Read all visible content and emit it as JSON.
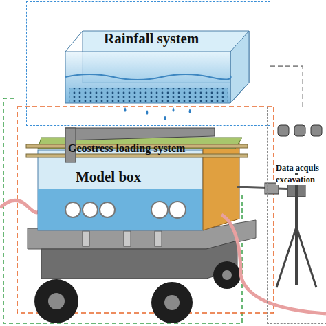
{
  "diagram": {
    "nodes": [
      {
        "text": [
          "Rainfall system"
        ]
      },
      {
        "text": [
          "Geostress loading system"
        ]
      },
      {
        "text": [
          "Model box"
        ]
      },
      {
        "text": [
          "Data acquis",
          "excavation"
        ]
      }
    ],
    "edges": [
      {
        "from": 0,
        "to": 3,
        "arrow": "none"
      }
    ]
  }
}
